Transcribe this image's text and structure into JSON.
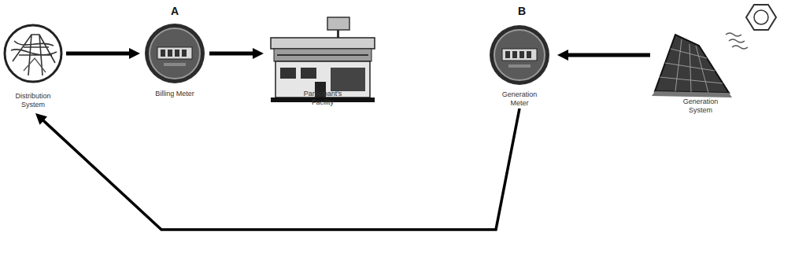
{
  "diagram": {
    "nodes": [
      {
        "text": [
          "Distribution System"
        ]
      },
      {
        "text": [
          "A",
          "Billing Meter"
        ]
      },
      {
        "text": [
          "Participant's Facility"
        ]
      },
      {
        "text": [
          "B",
          "Generation Meter"
        ]
      },
      {
        "text": [
          "Generation System"
        ]
      }
    ],
    "edges": [
      {
        "from": 0,
        "to": 1,
        "arrow": "to"
      },
      {
        "from": 1,
        "to": 2,
        "arrow": "to"
      },
      {
        "from": 4,
        "to": 3,
        "arrow": "to"
      },
      {
        "from": 3,
        "to": 0,
        "arrow": "to"
      }
    ]
  }
}
